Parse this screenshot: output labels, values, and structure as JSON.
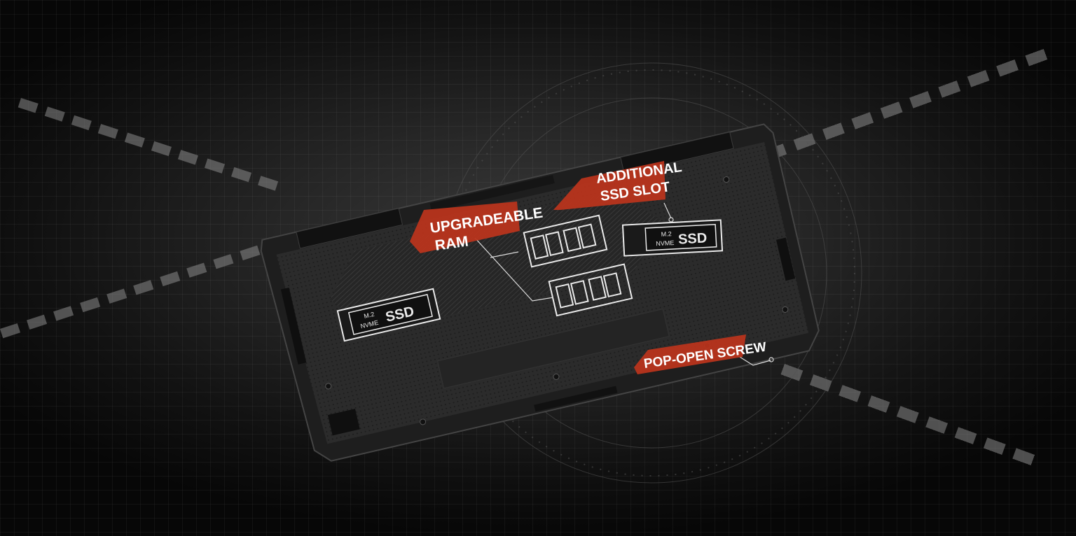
{
  "callouts": {
    "upgradeable_ram": {
      "line1": "UPGRADEABLE",
      "line2": "RAM"
    },
    "additional_ssd": {
      "line1": "ADDITIONAL",
      "line2": "SSD SLOT"
    },
    "pop_open": {
      "line1": "POP-OPEN SCREW"
    }
  },
  "ssd_left": {
    "form": "M.2",
    "iface": "NVME",
    "kind": "SSD"
  },
  "ssd_right": {
    "form": "M.2",
    "iface": "NVME",
    "kind": "SSD"
  },
  "colors": {
    "accent_red": "#b8341c",
    "outline_white": "#e8e8e8",
    "chassis": "#2e2e2e"
  }
}
